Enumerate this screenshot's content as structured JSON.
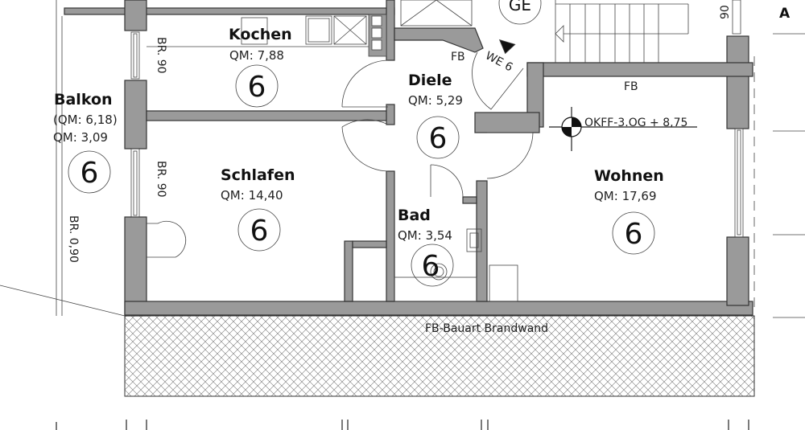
{
  "rooms": [
    {
      "name": "Kochen",
      "area": "QM: 7,88",
      "unit": "6"
    },
    {
      "name": "Balkon",
      "area_gross": "(QM: 6,18)",
      "area": "QM: 3,09",
      "unit": "6"
    },
    {
      "name": "Schlafen",
      "area": "QM: 14,40",
      "unit": "6"
    },
    {
      "name": "Diele",
      "area": "QM: 5,29",
      "unit": "6"
    },
    {
      "name": "Bad",
      "area": "QM: 3,54",
      "unit": "6"
    },
    {
      "name": "Wohnen",
      "area": "QM: 17,69",
      "unit": "6"
    }
  ],
  "labels": {
    "br90_a": "BR. 90",
    "br90_b": "BR. 90",
    "br090": "BR. 0,90",
    "br90_top": "90",
    "fb_diele": "FB",
    "fb_wohnen": "FB",
    "entrance": "WE 6",
    "ge": "GE",
    "level": "OKFF-3.OG + 8,75",
    "firewall": "FB-Bauart Brandwand",
    "corner": "A"
  }
}
